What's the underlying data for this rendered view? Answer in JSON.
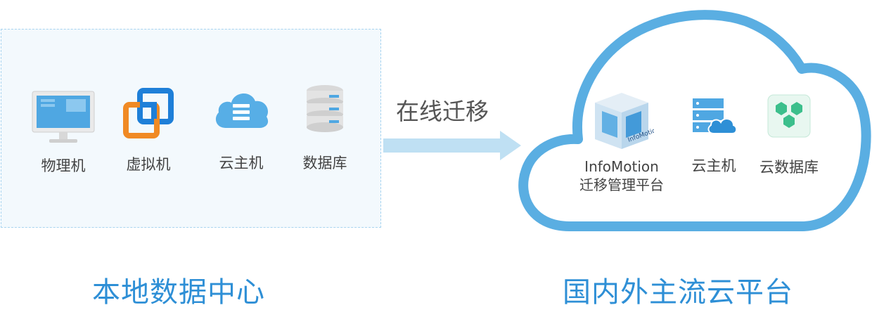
{
  "local": {
    "title": "本地数据中心",
    "items": [
      {
        "label": "物理机",
        "icon": "monitor-icon"
      },
      {
        "label": "虚拟机",
        "icon": "vm-logo-icon"
      },
      {
        "label": "云主机",
        "icon": "cloud-server-icon"
      },
      {
        "label": "数据库",
        "icon": "database-icon"
      }
    ]
  },
  "transfer": {
    "label": "在线迁移"
  },
  "cloud": {
    "title": "国内外主流云平台",
    "platform": {
      "name": "InfoMotion",
      "sub": "迁移管理平台",
      "box_text": "InfoMotion",
      "icon": "infomotion-box-icon"
    },
    "items": [
      {
        "label": "云主机",
        "icon": "cloud-server-icon"
      },
      {
        "label": "云数据库",
        "icon": "cloud-database-icon"
      }
    ]
  },
  "colors": {
    "accent": "#2e8fd6",
    "cloud_border": "#5aaee2",
    "local_bg": "#f3f9fd",
    "local_border": "#a8d4f0",
    "arrow": "#bfe0f3",
    "vm_blue": "#1e7fd8",
    "vm_orange": "#f08a24",
    "green": "#3cbf8c"
  }
}
